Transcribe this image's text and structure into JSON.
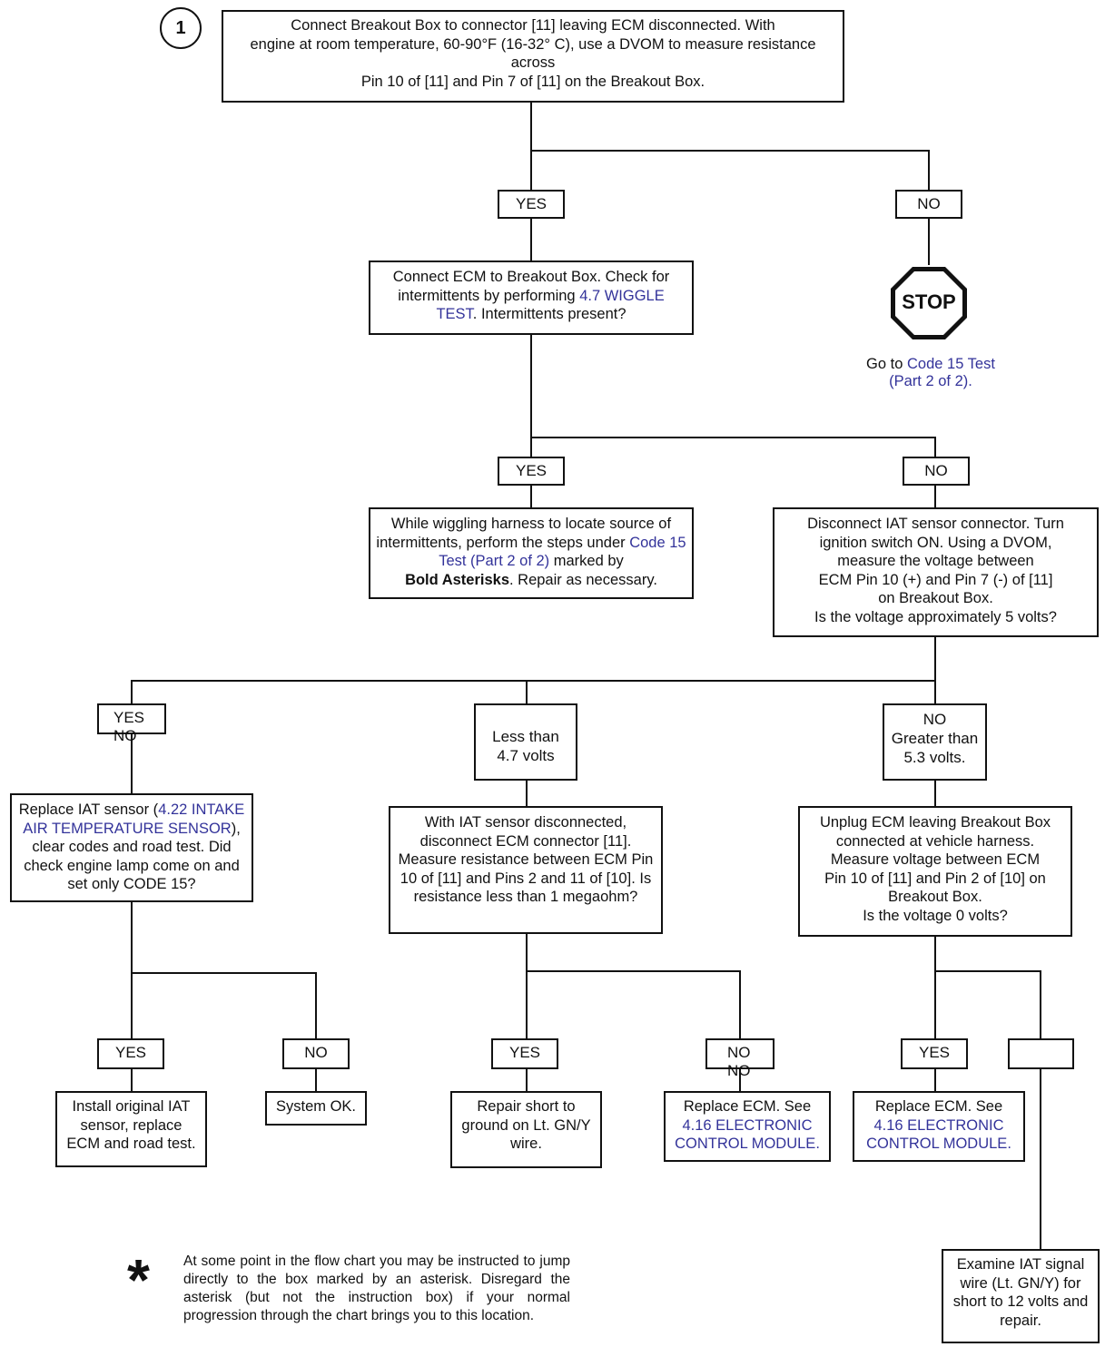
{
  "step_number": "1",
  "box1": {
    "line1": "Connect Breakout Box to connector [11] leaving ECM disconnected. With",
    "line2": "engine at room temperature, 60-90°F (16-32° C), use a DVOM to measure resistance",
    "line3": "across",
    "line4": "Pin 10 of [11] and Pin 7 of [11] on the Breakout Box."
  },
  "labels": {
    "yes1": "YES",
    "no1": "NO",
    "yes2": "YES",
    "no2": "NO",
    "yesno3": "YES NO",
    "less_line1": "Less than",
    "less_line2": "4.7 volts",
    "greater_line1": "NO",
    "greater_line2": "Greater than",
    "greater_line3": "5.3 volts.",
    "yes4": "YES",
    "no4": "NO",
    "yes5": "YES",
    "nono5": "NO NO",
    "yes6": "YES",
    "blank6": ""
  },
  "stop_sign": {
    "text": "STOP"
  },
  "goto_code15": {
    "prefix": "Go to ",
    "link1": "Code 15 Test",
    "link2": "(Part 2 of 2)."
  },
  "box_wiggle": {
    "text1": "Connect ECM to Breakout Box. Check for intermittents by performing ",
    "link": "4.7 WIGGLE TEST",
    "text2": ". Intermittents present?"
  },
  "box_wiggling": {
    "text1": "While wiggling harness to locate source of intermittents, perform the steps under ",
    "link": "Code 15 Test (Part 2 of 2)",
    "text2": " marked by",
    "bold": "Bold Asterisks",
    "text3": ". Repair as necessary."
  },
  "box_disconnect_iat": {
    "line1": "Disconnect IAT sensor connector. Turn",
    "line2": "ignition switch ON. Using a DVOM,",
    "line3": "measure the voltage between",
    "line4": "ECM Pin 10 (+) and Pin 7 (-) of [11]",
    "line5": "on Breakout Box.",
    "line6": "Is the voltage approximately 5 volts?"
  },
  "box_replace_iat": {
    "text1": "Replace IAT sensor (",
    "link": "4.22 INTAKE AIR TEMPERATURE SENSOR",
    "text2": "), clear codes and road test. Did check engine lamp come on and set only CODE 15?"
  },
  "box_resistance": {
    "text": "With IAT sensor disconnected, disconnect ECM connector [11]. Measure resistance between ECM Pin 10 of [11] and Pins 2 and 11 of [10]. Is resistance less than 1 megaohm?"
  },
  "box_unplug_ecm": {
    "line1": "Unplug ECM leaving Breakout Box",
    "line2": "connected at vehicle harness.",
    "line3": "Measure voltage between ECM",
    "line4": "Pin 10 of [11] and Pin 2 of [10] on",
    "line5": "Breakout Box.",
    "line6": "Is the voltage 0 volts?"
  },
  "box_install_original": {
    "text": "Install original IAT sensor, replace ECM and road test."
  },
  "box_system_ok": {
    "text": "System OK."
  },
  "box_repair_short": {
    "text": "Repair short to ground on Lt. GN/Y wire."
  },
  "box_replace_ecm_1": {
    "text1": "Replace ECM. See ",
    "link": "4.16 ELECTRONIC CONTROL MODULE."
  },
  "box_replace_ecm_2": {
    "text1": "Replace ECM. See ",
    "link": "4.16 ELECTRONIC CONTROL MODULE."
  },
  "box_examine_iat": {
    "text": "Examine IAT signal wire (Lt. GN/Y) for short to 12 volts and repair."
  },
  "footnote": {
    "symbol": "*",
    "text": "At some point in the flow chart you may be instructed to jump directly to the box marked by an asterisk. Disregard the asterisk (but not the instruction box) if your normal progression through the chart brings you to this location."
  }
}
